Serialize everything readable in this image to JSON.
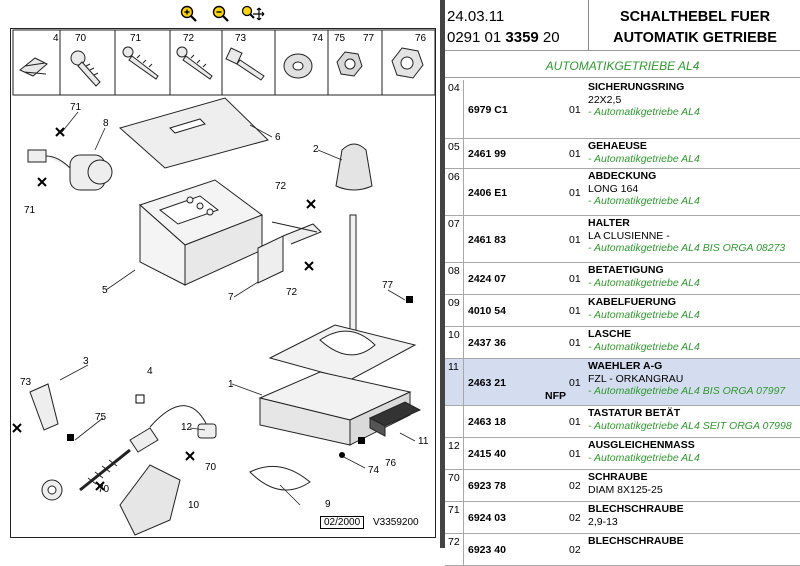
{
  "zoom_toolbar": {
    "zoom_in": "zoom-in-icon",
    "zoom_out": "zoom-out-icon",
    "zoom_pan": "zoom-pan-icon"
  },
  "diagram": {
    "callouts": [
      "1",
      "2",
      "3",
      "4",
      "5",
      "6",
      "7",
      "8",
      "9",
      "10",
      "11",
      "12",
      "70",
      "70",
      "71",
      "71",
      "72",
      "72",
      "73",
      "74",
      "75",
      "76",
      "77"
    ],
    "fastener_strip": [
      "4",
      "70",
      "71",
      "72",
      "73",
      "74",
      "75",
      "77",
      "76"
    ],
    "date": "02/2000",
    "ref": "V3359200"
  },
  "header": {
    "date": "24.03.11",
    "ref_prefix": "0291 01 ",
    "ref_bold": "3359",
    "ref_suffix": " 20",
    "title_line1": "SCHALTHEBEL FUER",
    "title_line2": "AUTOMATIK GETRIEBE"
  },
  "subtitle": "AUTOMATIKGETRIEBE AL4",
  "colors": {
    "accent_green": "#2d9a2d",
    "selected_row": "#d4dcf0"
  },
  "rows": [
    {
      "pos": "04",
      "ref": "6979 C1",
      "nfp": "",
      "qty": "01",
      "name": "SICHERUNGSRING",
      "desc": "22X2,5",
      "app": "- Automatikgetriebe AL4",
      "h": 59,
      "sel": false
    },
    {
      "pos": "05",
      "ref": "2461 99",
      "nfp": "",
      "qty": "01",
      "name": "GEHAEUSE",
      "desc": "",
      "app": "- Automatikgetriebe AL4",
      "h": 30,
      "sel": false
    },
    {
      "pos": "06",
      "ref": "2406 E1",
      "nfp": "",
      "qty": "01",
      "name": "ABDECKUNG",
      "desc": "LONG 164",
      "app": "- Automatikgetriebe AL4",
      "h": 47,
      "sel": false
    },
    {
      "pos": "07",
      "ref": "2461 83",
      "nfp": "",
      "qty": "01",
      "name": "HALTER",
      "desc": "LA CLUSIENNE -",
      "app": "- Automatikgetriebe AL4 BIS ORGA 08273",
      "h": 47,
      "sel": false
    },
    {
      "pos": "08",
      "ref": "2424 07",
      "nfp": "",
      "qty": "01",
      "name": "BETAETIGUNG",
      "desc": "",
      "app": "- Automatikgetriebe AL4",
      "h": 32,
      "sel": false
    },
    {
      "pos": "09",
      "ref": "4010 54",
      "nfp": "",
      "qty": "01",
      "name": "KABELFUERUNG",
      "desc": "",
      "app": "- Automatikgetriebe AL4",
      "h": 32,
      "sel": false
    },
    {
      "pos": "10",
      "ref": "2437 36",
      "nfp": "",
      "qty": "01",
      "name": "LASCHE",
      "desc": "",
      "app": "- Automatikgetriebe AL4",
      "h": 32,
      "sel": false
    },
    {
      "pos": "11",
      "ref": "2463 21",
      "nfp": "NFP",
      "qty": "01",
      "name": "WAEHLER A-G",
      "desc": "FZL - ORKANGRAU",
      "app": "- Automatikgetriebe AL4 BIS ORGA 07997",
      "h": 47,
      "sel": true
    },
    {
      "pos": "",
      "ref": "2463 18",
      "nfp": "",
      "qty": "01",
      "name": "TASTATUR BETÄT",
      "desc": "",
      "app": "- Automatikgetriebe AL4 SEIT ORGA 07998",
      "h": 32,
      "sel": false
    },
    {
      "pos": "12",
      "ref": "2415 40",
      "nfp": "",
      "qty": "01",
      "name": "AUSGLEICHENMASS",
      "desc": "",
      "app": "- Automatikgetriebe AL4",
      "h": 32,
      "sel": false
    },
    {
      "pos": "70",
      "ref": "6923 78",
      "nfp": "",
      "qty": "02",
      "name": "SCHRAUBE",
      "desc": "DIAM 8X125-25",
      "app": "",
      "h": 32,
      "sel": false
    },
    {
      "pos": "71",
      "ref": "6924 03",
      "nfp": "",
      "qty": "02",
      "name": "BLECHSCHRAUBE",
      "desc": "2,9-13",
      "app": "",
      "h": 32,
      "sel": false
    },
    {
      "pos": "72",
      "ref": "6923 40",
      "nfp": "",
      "qty": "02",
      "name": "BLECHSCHRAUBE",
      "desc": "",
      "app": "",
      "h": 32,
      "sel": false
    }
  ]
}
